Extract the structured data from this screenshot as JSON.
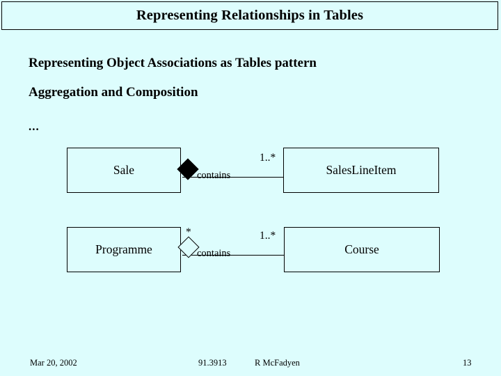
{
  "slide": {
    "title": "Representing Relationships in Tables",
    "background_color": "#ddfdfd",
    "line_color": "#000000"
  },
  "body": {
    "heading_1": "Representing Object Associations as Tables pattern",
    "heading_2": "Aggregation and Composition",
    "heading_3": "..."
  },
  "diagram": {
    "relationships": [
      {
        "source_class": "Sale",
        "target_class": "SalesLineItem",
        "association_name": "contains",
        "diamond_type": "filled-diamond",
        "source_multiplicity": "",
        "target_multiplicity": "1..*"
      },
      {
        "source_class": "Programme",
        "target_class": "Course",
        "association_name": "contains",
        "diamond_type": "hollow-diamond",
        "source_multiplicity": "*",
        "target_multiplicity": "1..*"
      }
    ]
  },
  "footer": {
    "date": "Mar 20, 2002",
    "course_code": "91.3913",
    "author": "R McFadyen",
    "page_number": "13"
  }
}
